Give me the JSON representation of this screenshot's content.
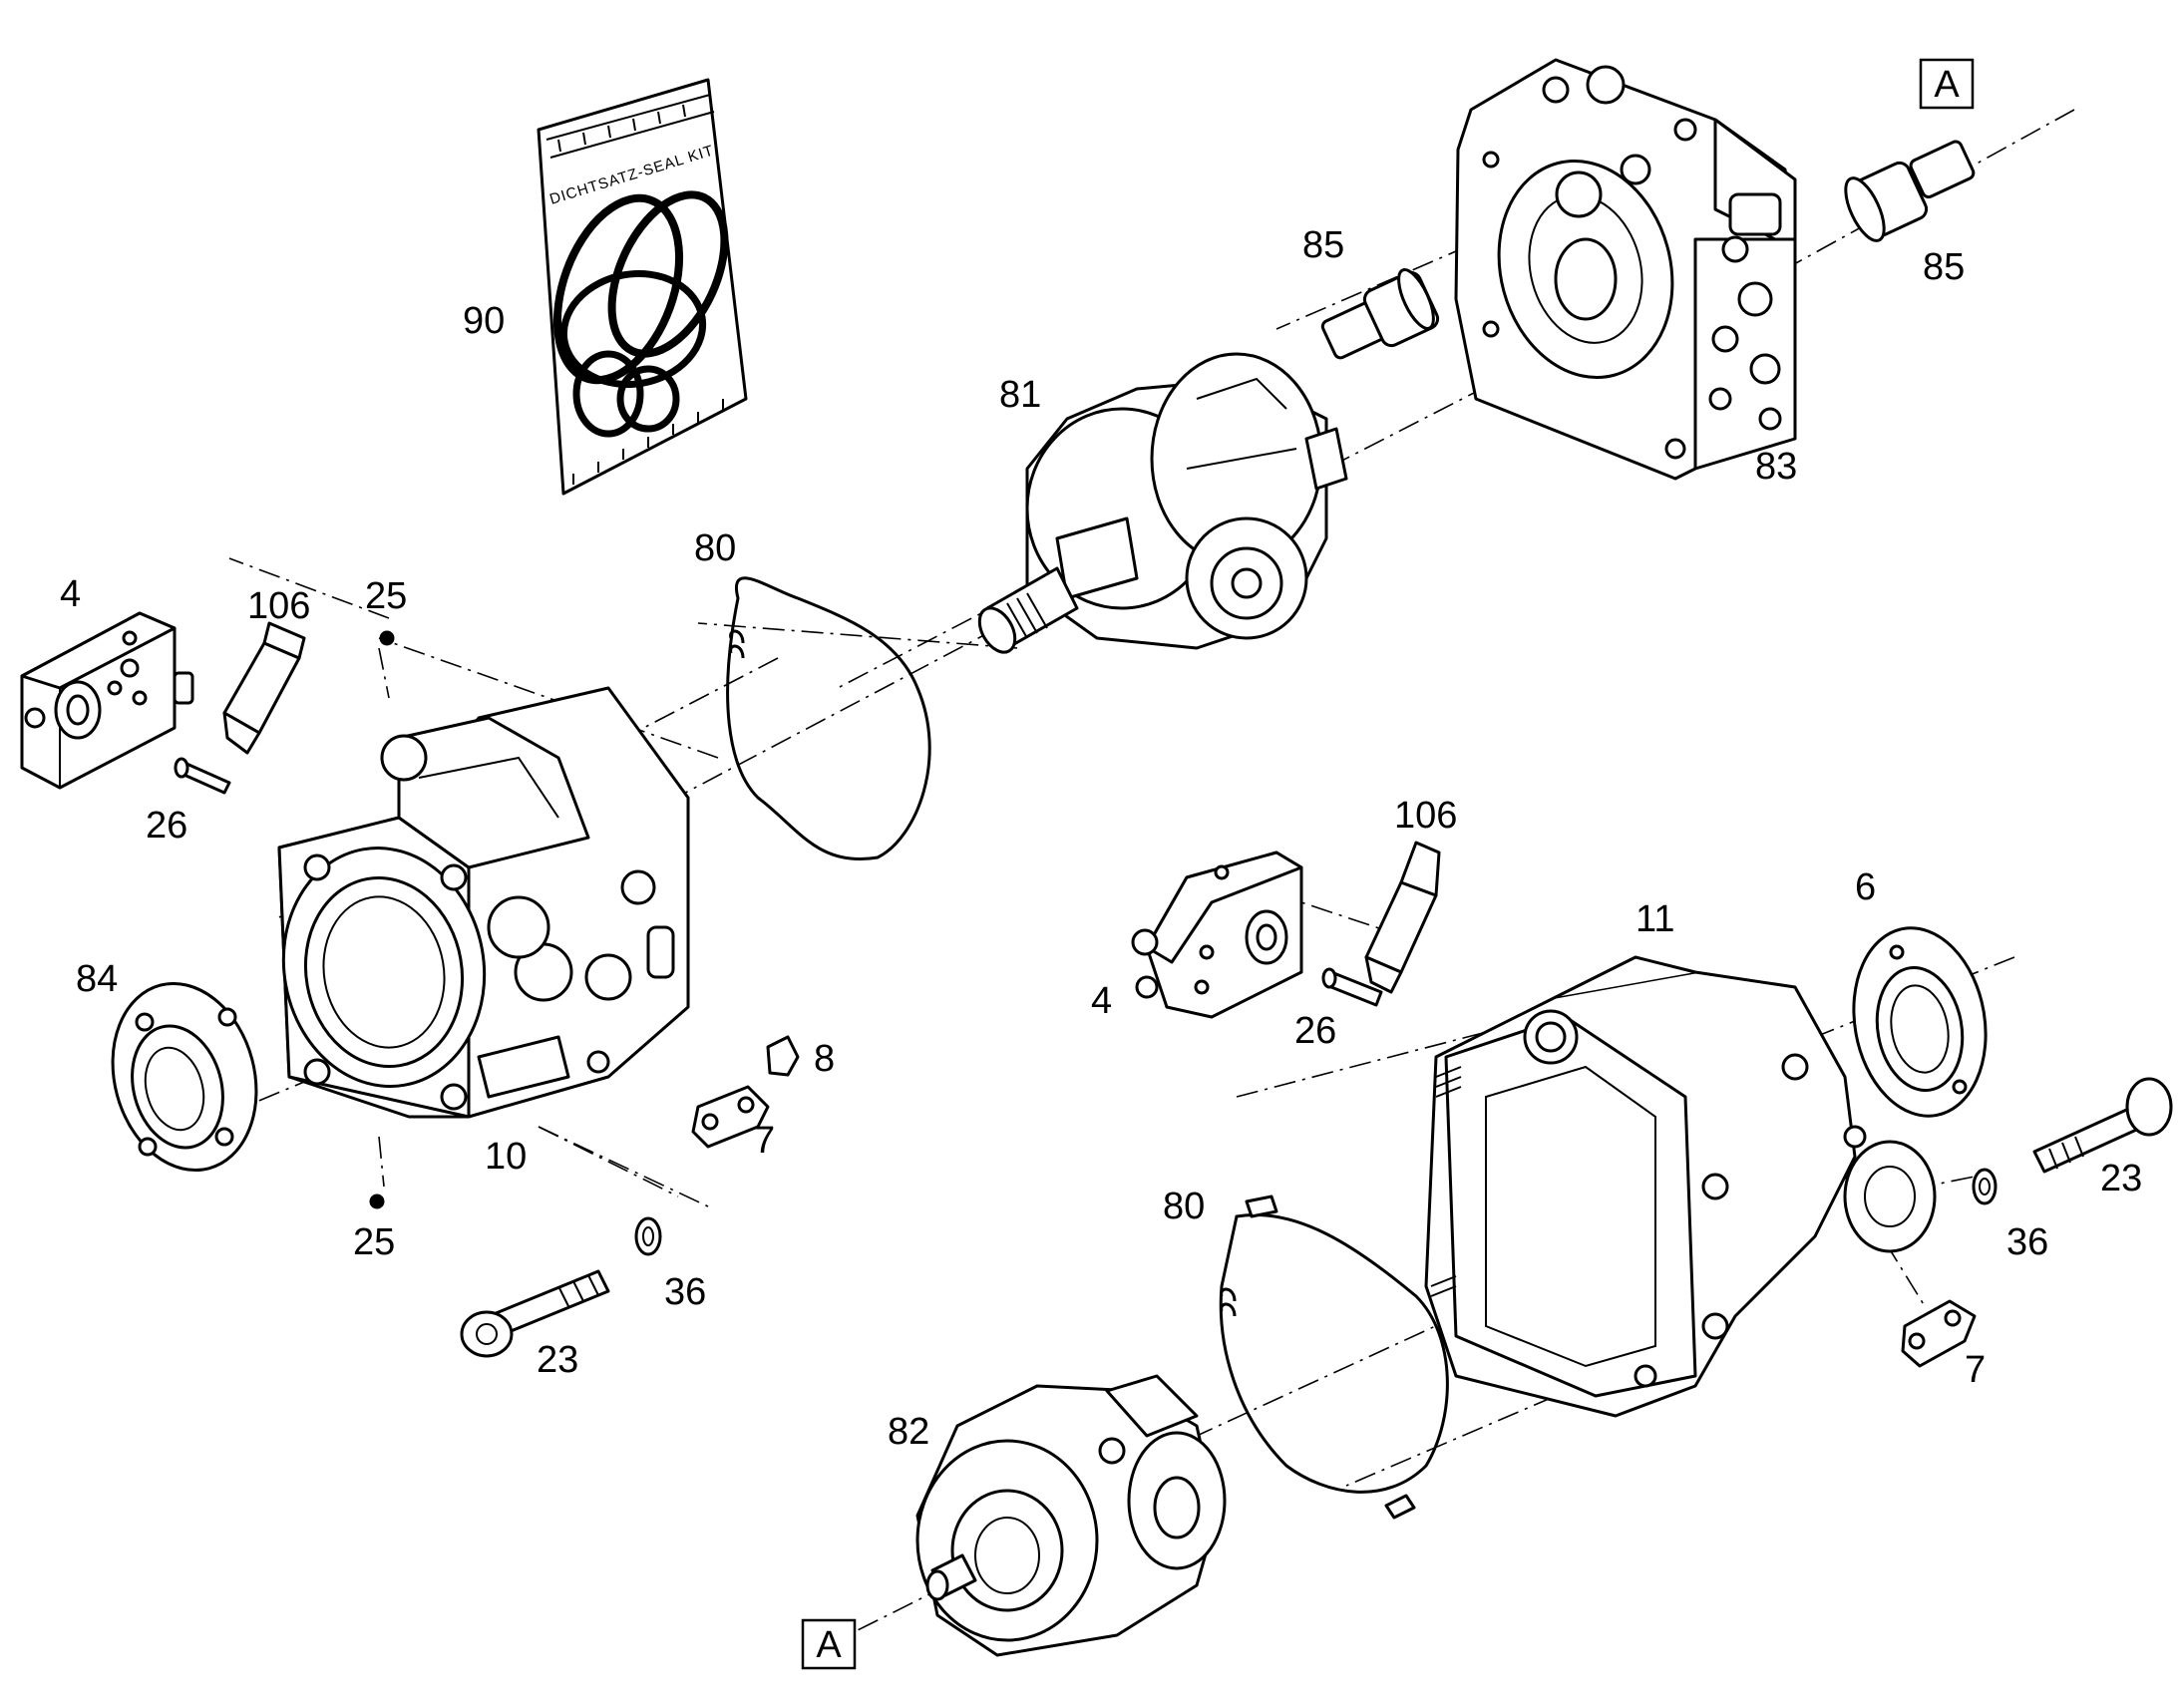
{
  "seal_kit_label": "DICHTSATZ-SEAL KIT",
  "labels": {
    "p4_top": "4",
    "p106_top": "106",
    "p25_top": "25",
    "p26_top": "26",
    "p84": "84",
    "p10": "10",
    "p8": "8",
    "p7_left": "7",
    "p25_bottom": "25",
    "p36_left": "36",
    "p23_left": "23",
    "p90": "90",
    "p80_top": "80",
    "p81": "81",
    "p85_left": "85",
    "p85_right": "85",
    "p83": "83",
    "ref_A_top": "A",
    "p106_right": "106",
    "p4_right": "4",
    "p26_right": "26",
    "p11": "11",
    "p6": "6",
    "p23_right": "23",
    "p36_right": "36",
    "p7_right": "7",
    "p80_bottom": "80",
    "p82": "82",
    "ref_A_bottom": "A"
  }
}
